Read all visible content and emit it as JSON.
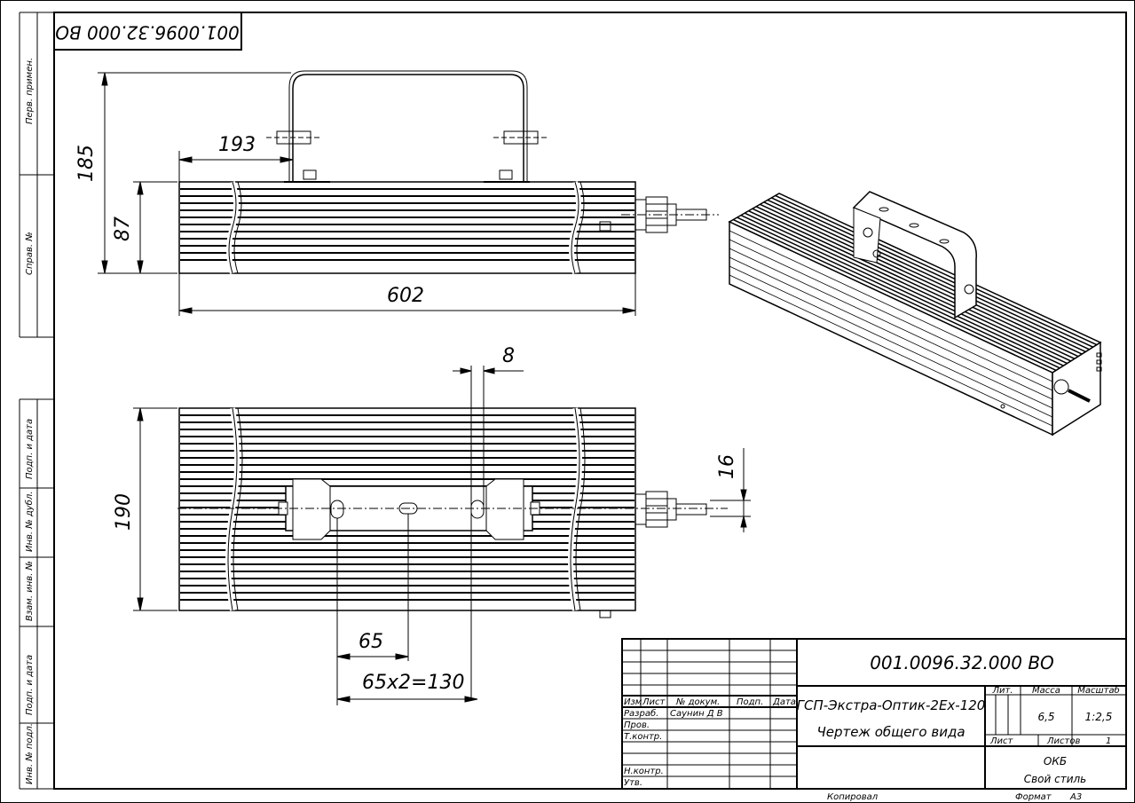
{
  "drawing": {
    "code": "001.0096.32.000 ВО",
    "code_rotated": "001.0096.32.000 ВО",
    "name_line1": "ГСП-Экстра-Оптик-2Ех-120",
    "name_line2": "Чертеж общего вида",
    "mass": "6,5",
    "scale": "1:2,5",
    "sheet_label": "Лист",
    "sheets_label": "Листов",
    "sheets_count": "1",
    "org_line1": "ОКБ",
    "org_line2": "Свой стиль",
    "lit_label": "Лит.",
    "mass_label": "Масса",
    "scale_label": "Масштаб",
    "copied_label": "Копировал",
    "format_label": "Формат",
    "format_value": "А3"
  },
  "title_block": {
    "headers": [
      "Изм",
      "Лист",
      "№ докум.",
      "Подп.",
      "Дата"
    ],
    "roles": [
      "Разраб.",
      "Пров.",
      "Т.контр.",
      "",
      "Н.контр.",
      "Утв."
    ],
    "developer": "Саунин Д В"
  },
  "side_column": {
    "labels": [
      "Перв. примен.",
      "Справ. №",
      "Подп. и дата",
      "Инв. № дубл.",
      "Взам. инв. №",
      "Подп. и дата",
      "Инв. № подл."
    ]
  },
  "dimensions": {
    "total_height": "185",
    "body_height": "87",
    "bracket_offset": "193",
    "length": "602",
    "slot_width": "8",
    "width": "190",
    "offset_16": "16",
    "pitch": "65",
    "pitch_total": "65x2=130"
  }
}
